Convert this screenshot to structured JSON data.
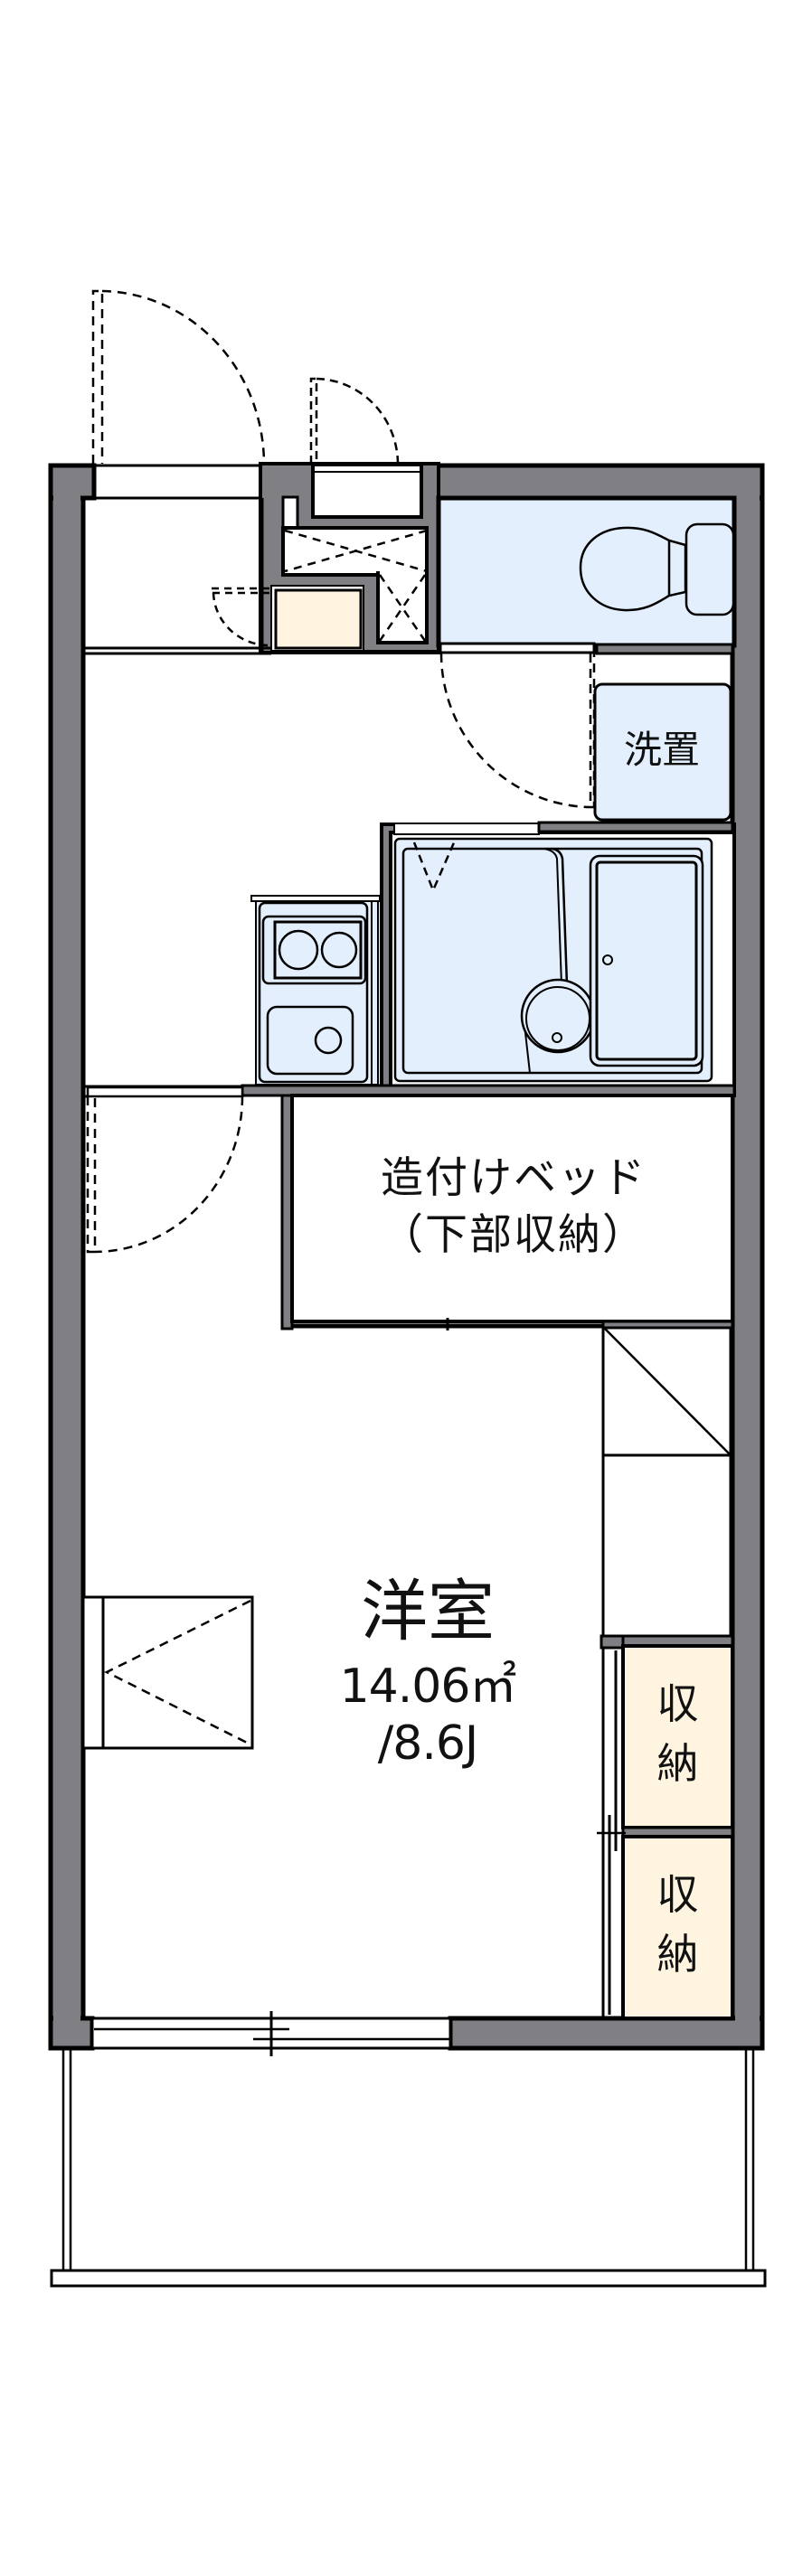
{
  "floorplan": {
    "colors": {
      "wall": "#808084",
      "wet_area": "#E4EFFD",
      "storage": "#FFF4E0",
      "line": "#000000",
      "background": "#FFFFFF"
    },
    "main_room": {
      "name": "洋室",
      "area": "14.06㎡",
      "jo": "/8.6J"
    },
    "built_in_bed": {
      "line1": "造付けベッド",
      "line2": "（下部収納）"
    },
    "washer_space": {
      "label": "洗置"
    },
    "closets": [
      {
        "line1": "収",
        "line2": "納"
      },
      {
        "line1": "収",
        "line2": "納"
      }
    ],
    "fixtures": [
      "entrance-door",
      "toilet",
      "unit-bath",
      "kitchen-sink",
      "two-burner-stove",
      "washer-space",
      "balcony",
      "window"
    ]
  }
}
